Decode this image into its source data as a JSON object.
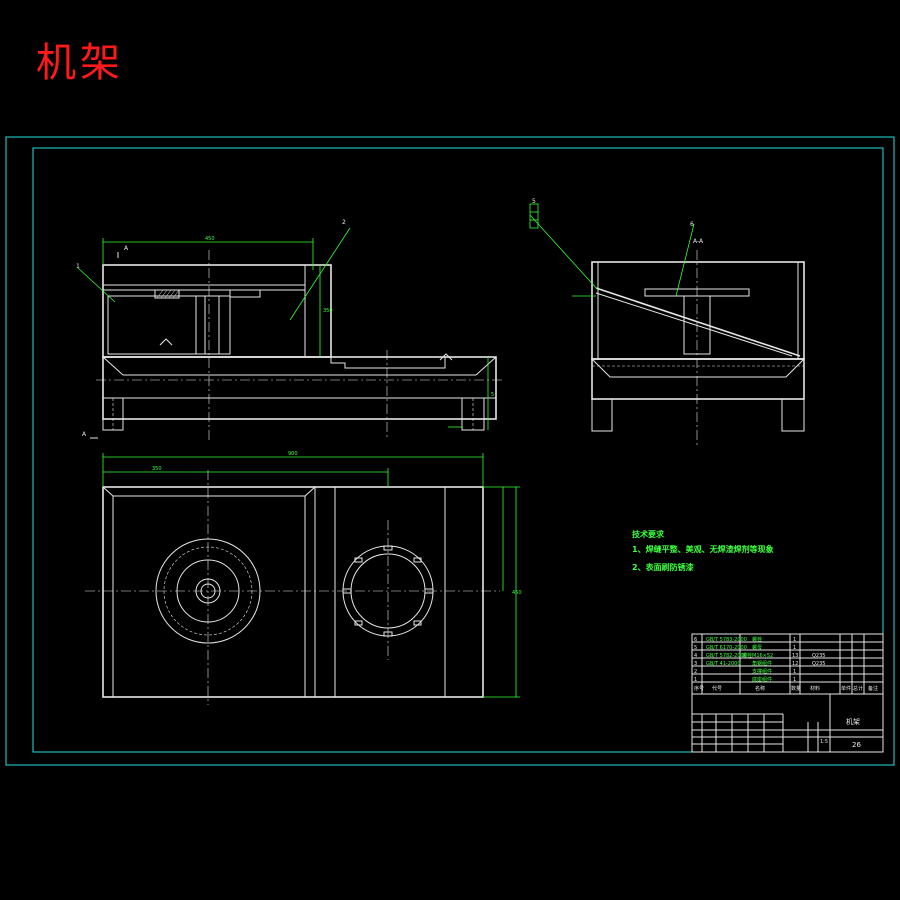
{
  "drawing_title": "机架",
  "tech_requirements": {
    "heading": "技术要求",
    "items": [
      "1、焊缝平整、美观、无焊渣焊剂等现象",
      "2、表面刷防锈漆"
    ]
  },
  "title_block": {
    "part_name": "机架",
    "sheet_no": "26",
    "scale": "1:5",
    "bom_rows": [
      {
        "no": "6",
        "code": "GB/T 5783-2000",
        "name": "螺栓",
        "qty": "1"
      },
      {
        "no": "5",
        "code": "GB/T 6170-2000",
        "name": "螺母",
        "qty": "1"
      },
      {
        "no": "4",
        "code": "GB/T 5782-2000",
        "name": "螺栓M16×52",
        "qty": "13",
        "material": "Q235"
      },
      {
        "no": "3",
        "code": "GB/T 41-2000",
        "name": "角钢组件",
        "qty": "12",
        "material": "Q235"
      },
      {
        "no": "2",
        "code": "",
        "name": "支撑组件",
        "qty": "1"
      },
      {
        "no": "1",
        "code": "",
        "name": "底座组件",
        "qty": "1"
      }
    ],
    "bom_header": [
      "序号",
      "代号",
      "名称",
      "数量",
      "材料",
      "单件",
      "总计",
      "备注"
    ]
  },
  "colors": {
    "background": "#000000",
    "frame": "#22e0e0",
    "geometry": "#e6e6e6",
    "annotation": "#33ff33",
    "title": "#ff1a1a"
  }
}
